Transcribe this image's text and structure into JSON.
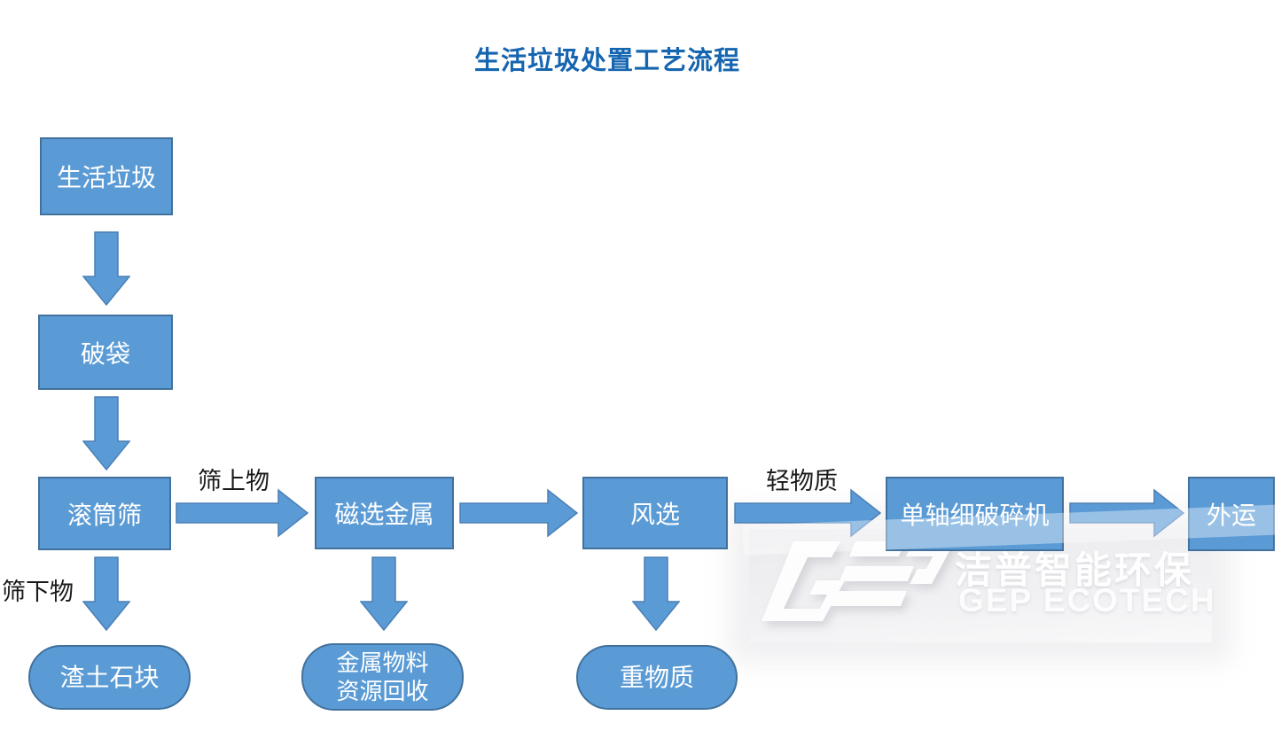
{
  "title": "生活垃圾处置工艺流程",
  "colors": {
    "title_blue": "#1565b0",
    "shape_fill": "#5b9bd5",
    "shape_border": "#41719c",
    "shape_text": "#ffffff",
    "edge_label_text": "#1a1a1a"
  },
  "diagram_type": "process-flowchart",
  "nodes": [
    {
      "id": "shenghuolaji",
      "label": "生活垃圾",
      "shape": "rect"
    },
    {
      "id": "podai",
      "label": "破袋",
      "shape": "rect"
    },
    {
      "id": "guntongshai",
      "label": "滚筒筛",
      "shape": "rect"
    },
    {
      "id": "cixuanjinshu",
      "label": "磁选金属",
      "shape": "rect"
    },
    {
      "id": "fengxuan",
      "label": "风选",
      "shape": "rect"
    },
    {
      "id": "danzhouxiposuiji",
      "label": "单轴细破碎机",
      "shape": "rect"
    },
    {
      "id": "waiyun",
      "label": "外运",
      "shape": "rect"
    }
  ],
  "terminals": [
    {
      "id": "zhatushikuai",
      "label": "渣土石块",
      "shape": "rounded"
    },
    {
      "id": "jinshuwuliao",
      "label": "金属物料资源回收",
      "lines": [
        "金属物料",
        "资源回收"
      ],
      "shape": "rounded"
    },
    {
      "id": "zhongwuzhi",
      "label": "重物质",
      "shape": "rounded"
    }
  ],
  "edges": [
    {
      "from": "生活垃圾",
      "to": "破袋",
      "label": ""
    },
    {
      "from": "破袋",
      "to": "滚筒筛",
      "label": ""
    },
    {
      "from": "滚筒筛",
      "to": "磁选金属",
      "label": "筛上物"
    },
    {
      "from": "磁选金属",
      "to": "风选",
      "label": ""
    },
    {
      "from": "风选",
      "to": "单轴细破碎机",
      "label": "轻物质"
    },
    {
      "from": "单轴细破碎机",
      "to": "外运",
      "label": ""
    },
    {
      "from": "滚筒筛",
      "to": "渣土石块",
      "label": "筛下物"
    },
    {
      "from": "磁选金属",
      "to": "金属物料资源回收",
      "label": ""
    },
    {
      "from": "风选",
      "to": "重物质",
      "label": ""
    }
  ],
  "watermark": {
    "cn": "洁普智能环保",
    "en": "GEP ECOTECH",
    "logo": "GEP"
  }
}
